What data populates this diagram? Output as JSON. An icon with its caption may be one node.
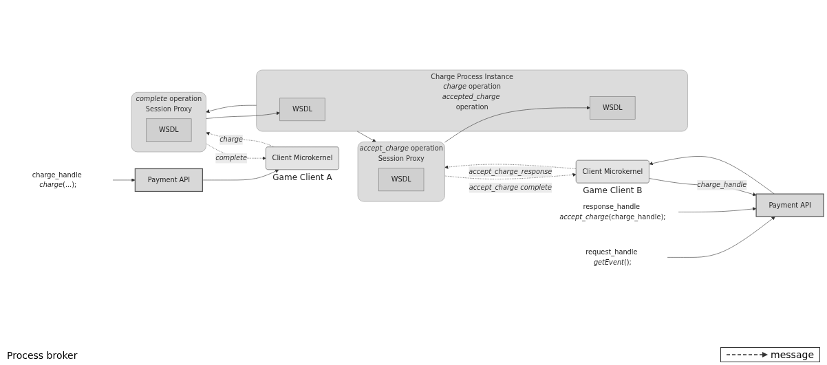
{
  "diagram": {
    "nodes": [
      {
        "text": [
          "charge_handle *charge*(...);"
        ]
      },
      {
        "text": [
          "Payment API"
        ]
      },
      {
        "text": [
          "Client Microkernel"
        ],
        "beside": [
          "Game Client A"
        ]
      },
      {
        "text": [
          "Charge Process Instance",
          "*charge* operation",
          "*accepted_charge* operation"
        ]
      },
      {
        "text": [
          "WSDL"
        ],
        "in": 3
      },
      {
        "text": [
          "WSDL"
        ],
        "in": 3
      },
      {
        "text": [
          "*complete* operation",
          "Session Proxy"
        ]
      },
      {
        "text": [
          "WSDL"
        ],
        "in": 6
      },
      {
        "text": [
          "*accept_charge* operation",
          "Session Proxy"
        ]
      },
      {
        "text": [
          "WSDL"
        ],
        "in": 8
      },
      {
        "text": [
          "response_handle *accept_charge*(charge_handle);"
        ]
      },
      {
        "text": [
          "request_handle *getEvent*();"
        ]
      },
      {
        "text": [
          "Payment API"
        ]
      },
      {
        "text": [
          "Client Microkernel"
        ],
        "beside": [
          "Game Client B"
        ]
      }
    ],
    "edges": [
      {
        "from": 0,
        "to": 1,
        "arrow": "to"
      },
      {
        "from": 1,
        "to": 2,
        "arrow": "to"
      },
      {
        "from": 2,
        "to": 6,
        "arrow": "to",
        "label": "charge",
        "style": "dashed"
      },
      {
        "from": 6,
        "to": 2,
        "arrow": "to",
        "label": "complete",
        "style": "dashed"
      },
      {
        "from": 6,
        "to": 4,
        "arrow": "to"
      },
      {
        "from": 3,
        "to": 6,
        "arrow": "to"
      },
      {
        "from": 8,
        "to": 5,
        "arrow": "to"
      },
      {
        "from": 3,
        "to": 8,
        "arrow": "to"
      },
      {
        "from": 8,
        "to": 13,
        "arrow": "to",
        "label": "accept_charge complete",
        "style": "dashed"
      },
      {
        "from": 13,
        "to": 8,
        "arrow": "to",
        "label": "accept_charge_response",
        "style": "dashed"
      },
      {
        "from": 11,
        "to": 12,
        "arrow": "to"
      },
      {
        "from": 10,
        "to": 12,
        "arrow": "to"
      },
      {
        "from": 13,
        "to": 12,
        "arrow": "to",
        "label": "charge_handle"
      },
      {
        "from": 12,
        "to": 13,
        "arrow": "to"
      }
    ],
    "labels": [
      "Process broker"
    ],
    "legend": [
      {
        "text": "message"
      }
    ]
  }
}
